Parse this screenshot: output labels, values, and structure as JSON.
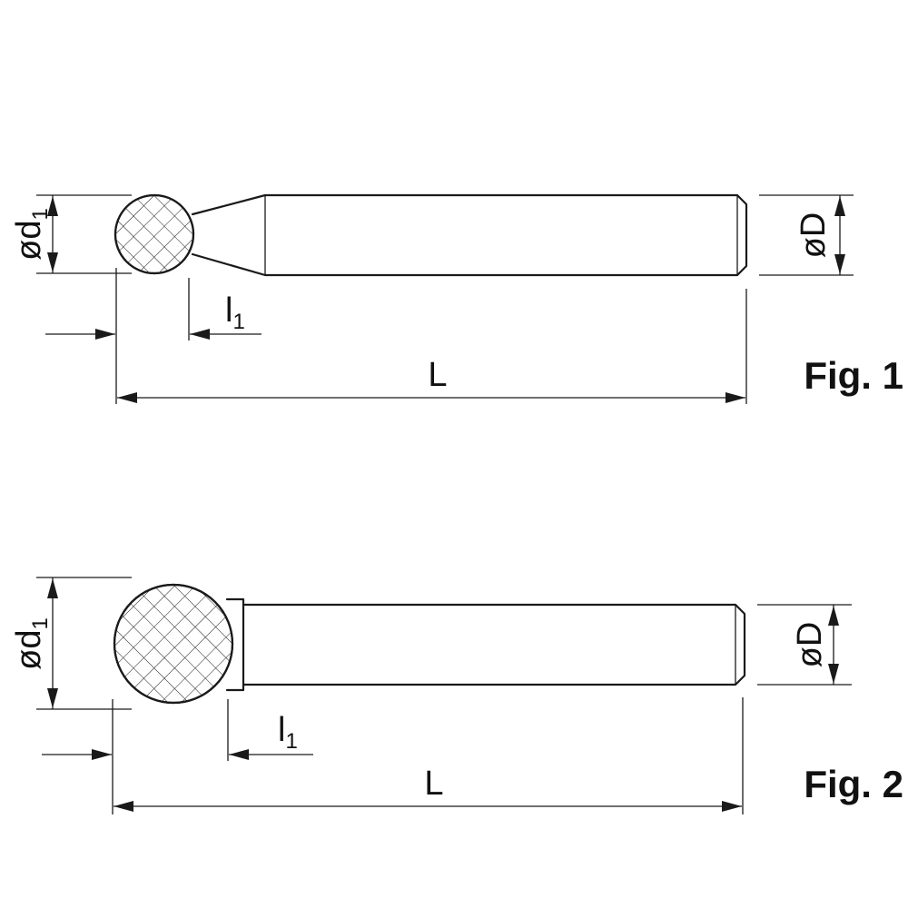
{
  "figures": [
    {
      "label_d1_main": "ød",
      "label_d1_sub": "1",
      "label_D": "øD",
      "label_l1_main": "l",
      "label_l1_sub": "1",
      "label_L": "L",
      "caption": "Fig. 1"
    },
    {
      "label_d1_main": "ød",
      "label_d1_sub": "1",
      "label_D": "øD",
      "label_l1_main": "l",
      "label_l1_sub": "1",
      "label_L": "L",
      "caption": "Fig. 2"
    }
  ]
}
